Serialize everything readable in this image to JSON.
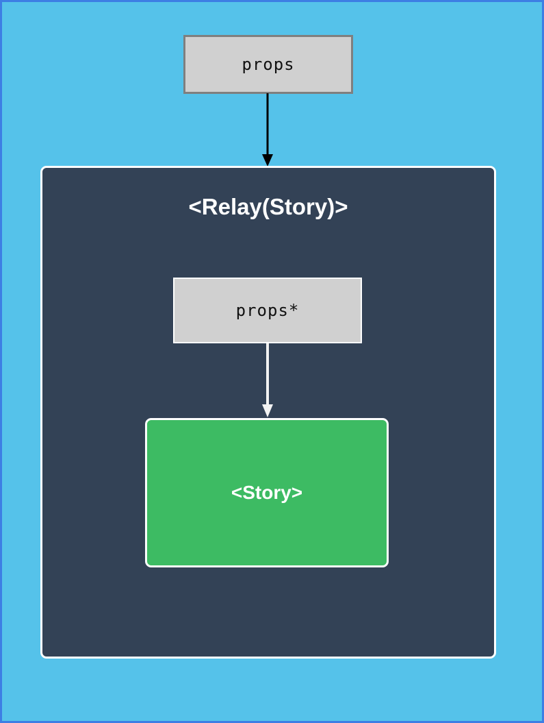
{
  "diagram": {
    "outer_props": {
      "label": "props"
    },
    "relay": {
      "title": "<Relay(Story)>"
    },
    "inner_props": {
      "label": "props*"
    },
    "story": {
      "label": "<Story>"
    }
  },
  "colors": {
    "page_background": "#55c2ea",
    "page_border": "#3d7ee4",
    "relay_background": "#334256",
    "relay_border": "#ffffff",
    "story_background": "#3dbb63",
    "props_box_background": "#d0d0d0",
    "outer_props_border": "#7f7f7f",
    "inner_props_border": "#ffffff",
    "arrow_dark": "#000000",
    "arrow_light": "#f2f2f2"
  }
}
